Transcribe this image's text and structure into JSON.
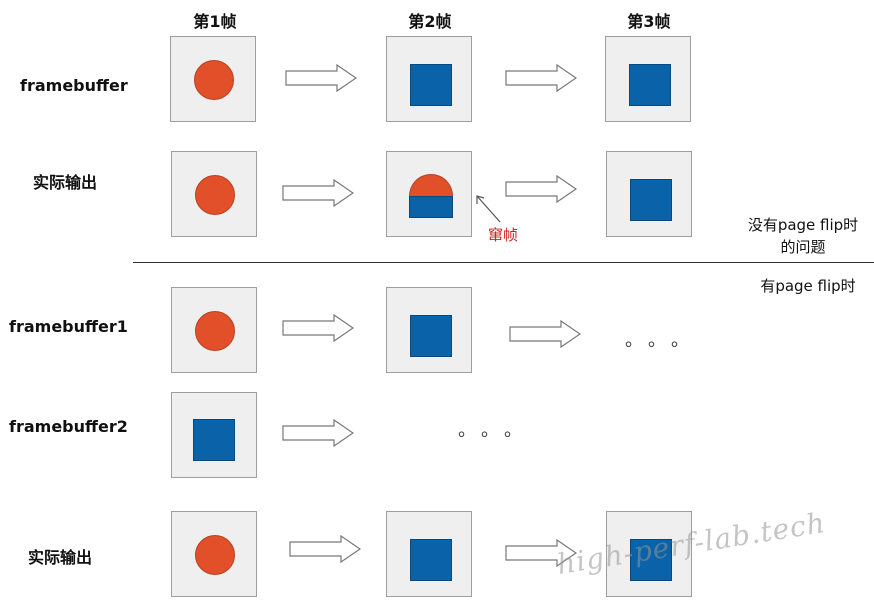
{
  "headers": [
    "第1帧",
    "第2帧",
    "第3帧"
  ],
  "rows": {
    "framebuffer": "framebuffer",
    "actual_output_top": "实际输出",
    "framebuffer1": "framebuffer1",
    "framebuffer2": "framebuffer2",
    "actual_output_bottom": "实际输出"
  },
  "annotations": {
    "tearing": "窜帧",
    "no_page_flip_line1": "没有page flip时",
    "no_page_flip_line2": "的问题",
    "with_page_flip": "有page flip时",
    "ellipsis": "。。。"
  },
  "watermark": "high-perf-lab.tech",
  "colors": {
    "circle": "#e2502a",
    "square": "#0a63a8",
    "frame_bg": "#efefef",
    "tearing_label": "#d02020"
  }
}
